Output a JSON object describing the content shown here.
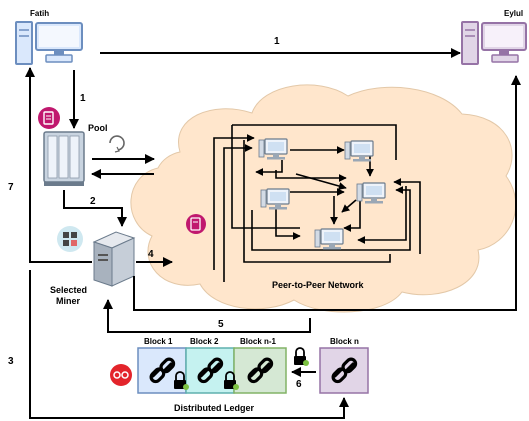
{
  "nodes": {
    "sender": "Fatih",
    "receiver": "Eylul",
    "pool": "Pool",
    "miner_line1": "Selected",
    "miner_line2": "Miner",
    "network": "Peer-to-Peer Network",
    "ledger": "Distributed Ledger"
  },
  "blocks": [
    "Block 1",
    "Block 2",
    "Block n-1",
    "Block n"
  ],
  "steps": [
    "1",
    "1",
    "2",
    "3",
    "4",
    "5",
    "6",
    "7"
  ],
  "colors": {
    "sender_monitor": "#dae8fc",
    "receiver_monitor": "#e1d5e7",
    "cloud": "#ffe6cc",
    "block1": "#dae8fc",
    "block2": "#c5f2f0",
    "block_n_minus_1": "#d5e8d4",
    "block_n": "#e1d5e7",
    "badge": "#c0186e"
  }
}
